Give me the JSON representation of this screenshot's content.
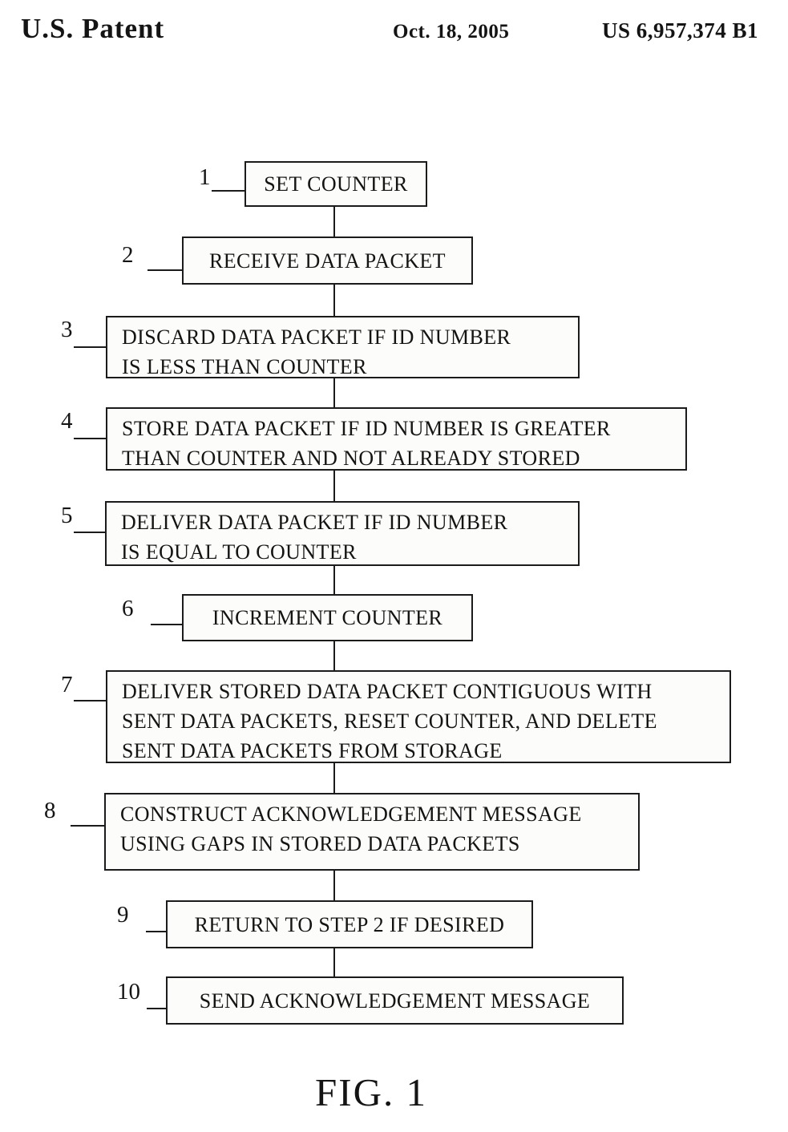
{
  "header": {
    "left": "U.S. Patent",
    "center": "Oct. 18, 2005",
    "right": "US 6,957,374 B1"
  },
  "figure": {
    "caption": "FIG. 1",
    "steps": [
      {
        "num": "1",
        "lines": [
          "SET COUNTER"
        ]
      },
      {
        "num": "2",
        "lines": [
          "RECEIVE DATA PACKET"
        ]
      },
      {
        "num": "3",
        "lines": [
          "DISCARD DATA PACKET IF ID NUMBER",
          "IS LESS THAN COUNTER"
        ]
      },
      {
        "num": "4",
        "lines": [
          "STORE DATA PACKET IF ID NUMBER IS GREATER",
          "THAN COUNTER AND NOT ALREADY STORED"
        ]
      },
      {
        "num": "5",
        "lines": [
          "DELIVER DATA PACKET IF ID NUMBER",
          "IS EQUAL TO COUNTER"
        ]
      },
      {
        "num": "6",
        "lines": [
          "INCREMENT COUNTER"
        ]
      },
      {
        "num": "7",
        "lines": [
          "DELIVER STORED DATA PACKET CONTIGUOUS WITH",
          "SENT DATA PACKETS, RESET COUNTER, AND DELETE",
          "SENT DATA PACKETS FROM STORAGE"
        ]
      },
      {
        "num": "8",
        "lines": [
          "CONSTRUCT ACKNOWLEDGEMENT MESSAGE",
          "USING GAPS IN STORED DATA PACKETS"
        ]
      },
      {
        "num": "9",
        "lines": [
          "RETURN TO STEP 2 IF DESIRED"
        ]
      },
      {
        "num": "10",
        "lines": [
          "SEND ACKNOWLEDGEMENT MESSAGE"
        ]
      }
    ]
  }
}
